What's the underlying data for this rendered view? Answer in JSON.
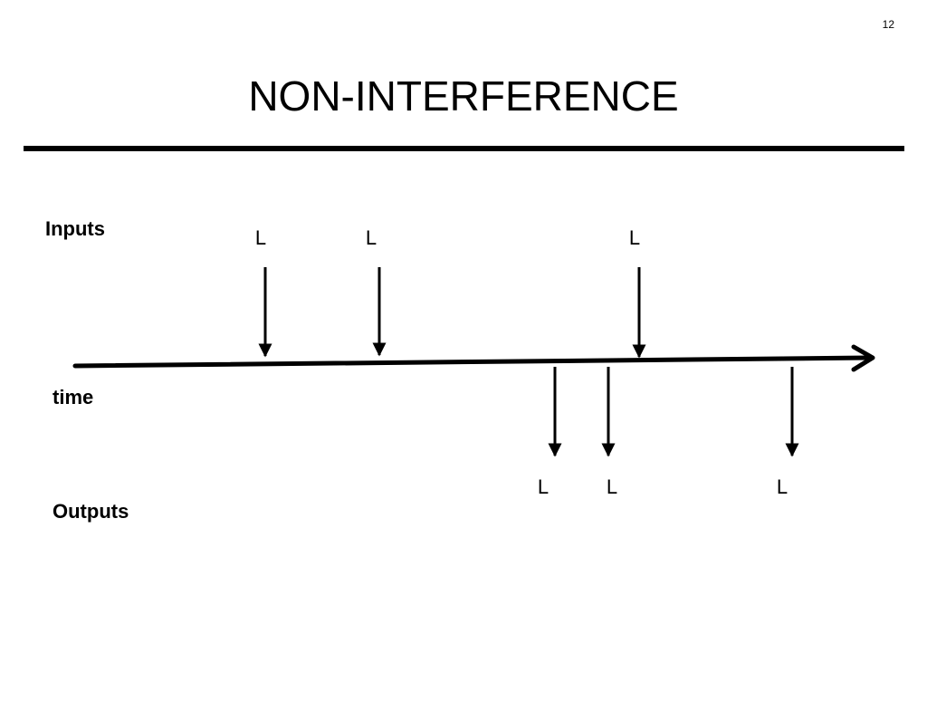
{
  "slide": {
    "number": "12",
    "title": "NON-INTERFERENCE"
  },
  "labels": {
    "inputs": "Inputs",
    "time": "time",
    "outputs": "Outputs"
  },
  "diagram": {
    "inputs": [
      {
        "label": "L"
      },
      {
        "label": "L"
      },
      {
        "label": "L"
      }
    ],
    "outputs": [
      {
        "label": "L"
      },
      {
        "label": "L"
      },
      {
        "label": "L"
      }
    ]
  }
}
